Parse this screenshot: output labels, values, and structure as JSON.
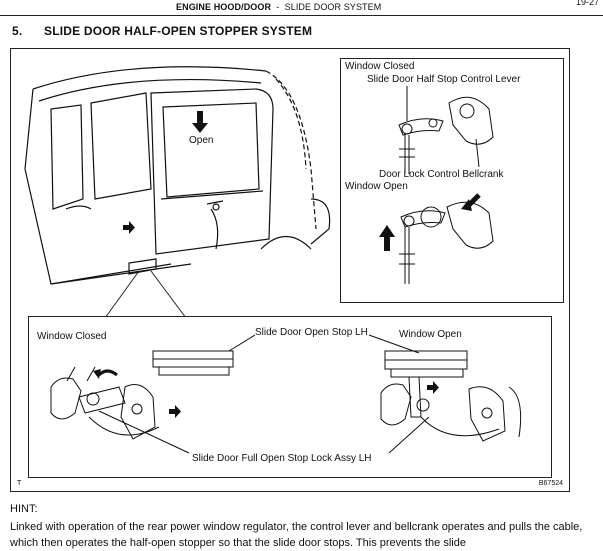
{
  "header": {
    "section": "ENGINE HOOD/DOOR",
    "separator": "-",
    "subsection": "SLIDE DOOR SYSTEM",
    "page_ref": "19-27"
  },
  "section": {
    "number": "5.",
    "title": "SLIDE DOOR HALF-OPEN STOPPER SYSTEM"
  },
  "figure": {
    "main_label_open": "Open",
    "right_inset": {
      "window_closed": "Window Closed",
      "lever_label": "Slide Door Half Stop Control Lever",
      "bellcrank_label": "Door Lock Control Bellcrank",
      "window_open": "Window Open"
    },
    "bottom_inset": {
      "window_closed": "Window Closed",
      "stop_label": "Slide Door Open Stop LH",
      "window_open": "Window Open",
      "lock_label": "Slide Door Full Open Stop Lock Assy LH"
    },
    "corner_tag": "T",
    "figure_code": "B67524"
  },
  "hint": {
    "label": "HINT:",
    "text": "Linked with operation of the rear power window regulator, the control lever and bellcrank operates and pulls the cable, which then operates the half-open stopper so that the slide door stops. This prevents the slide"
  },
  "colors": {
    "ink": "#111111",
    "background": "#ffffff"
  }
}
